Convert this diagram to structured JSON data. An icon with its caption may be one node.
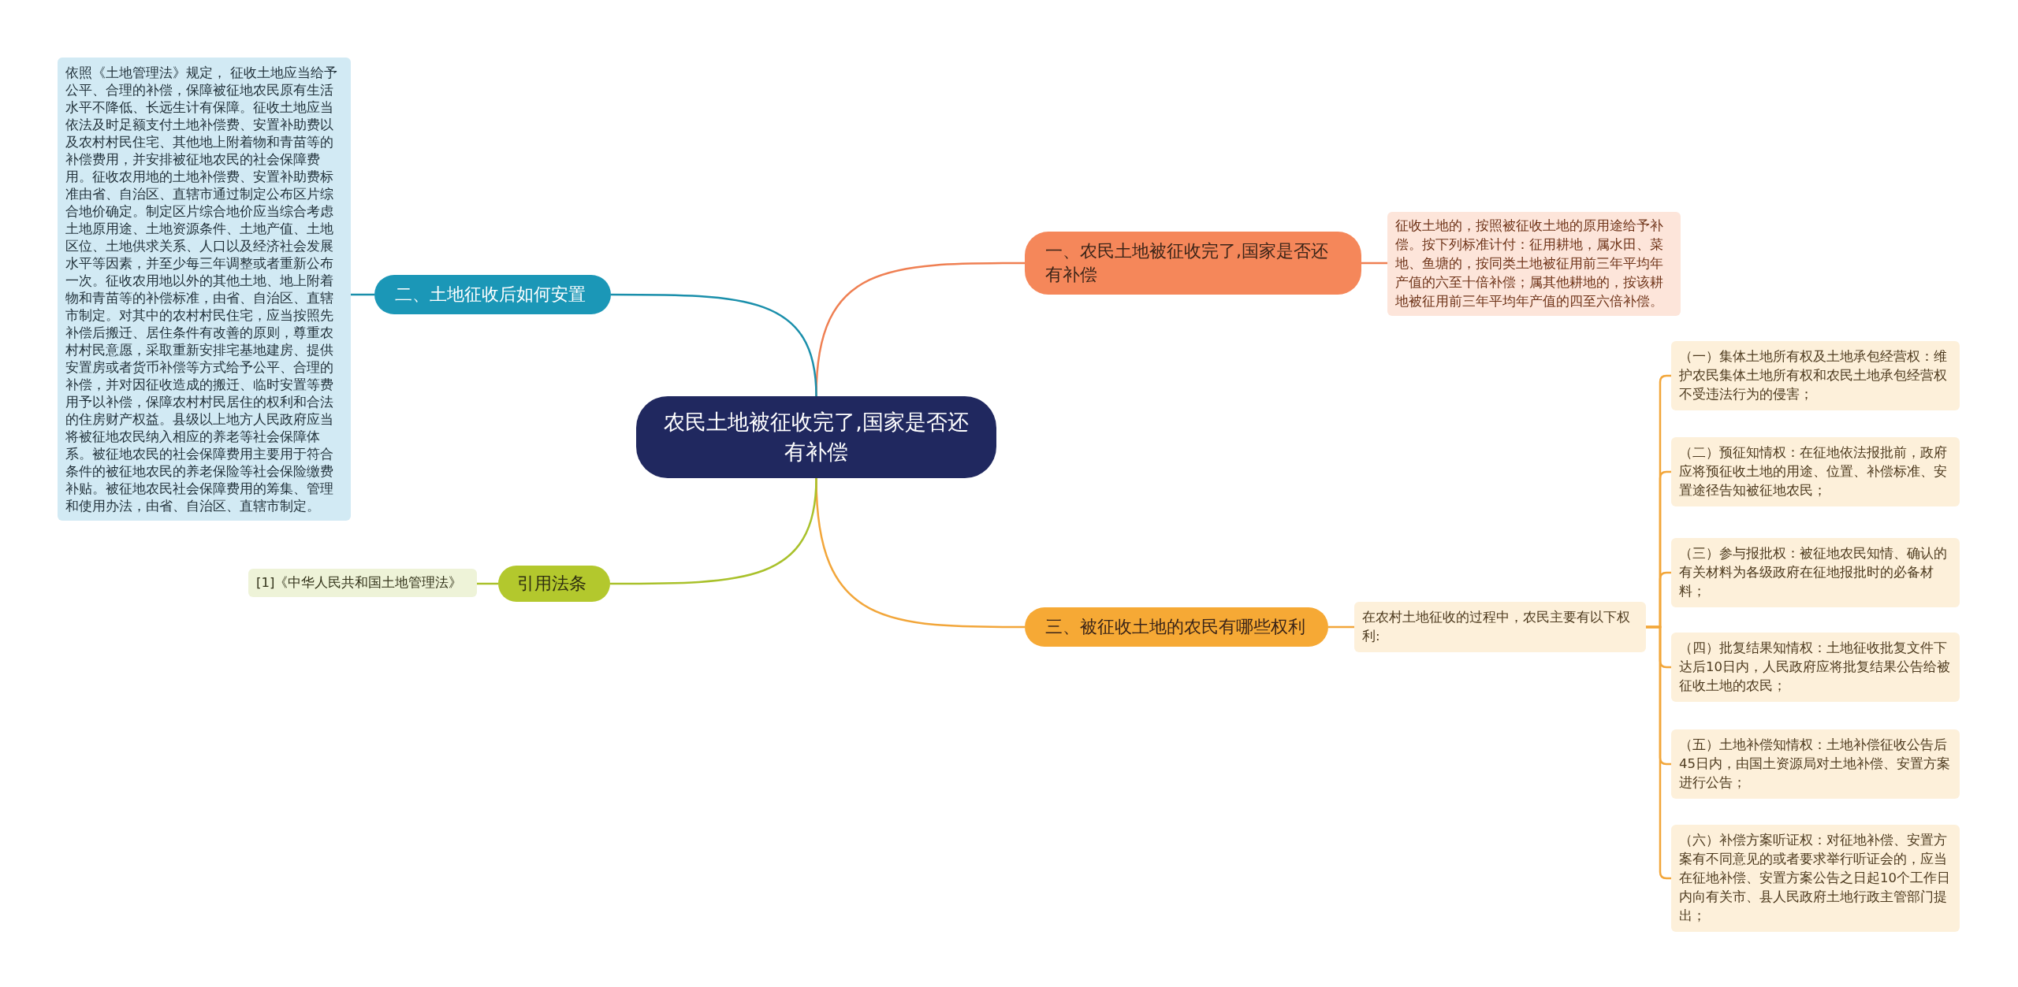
{
  "diagram": {
    "nodes": [
      {
        "text": [
          "农民土地被征收完了,国家是否还有补偿"
        ]
      },
      {
        "text": [
          "一、农民土地被征收完了,国家是否还有补偿"
        ]
      },
      {
        "text": [
          "征收土地的，按照被征收土地的原用途给予补偿。按下列标准计付：征用耕地，属水田、菜地、鱼塘的，按同类土地被征用前三年平均年产值的六至十倍补偿；属其他耕地的，按该耕地被征用前三年平均年产值的四至六倍补偿。"
        ]
      },
      {
        "text": [
          "三、被征收土地的农民有哪些权利"
        ]
      },
      {
        "text": [
          "在农村土地征收的过程中，农民主要有以下权利:"
        ]
      },
      {
        "text": [
          "（一）集体土地所有权及土地承包经营权：维护农民集体土地所有权和农民土地承包经营权不受违法行为的侵害；"
        ]
      },
      {
        "text": [
          "（二）预征知情权：在征地依法报批前，政府应将预征收土地的用途、位置、补偿标准、安置途径告知被征地农民；"
        ]
      },
      {
        "text": [
          "（三）参与报批权：被征地农民知情、确认的有关材料为各级政府在征地报批时的必备材料；"
        ]
      },
      {
        "text": [
          "（四）批复结果知情权：土地征收批复文件下达后10日内，人民政府应将批复结果公告给被征收土地的农民；"
        ]
      },
      {
        "text": [
          "（五）土地补偿知情权：土地补偿征收公告后45日内，由国土资源局对土地补偿、安置方案进行公告；"
        ]
      },
      {
        "text": [
          "（六）补偿方案听证权：对征地补偿、安置方案有不同意见的或者要求举行听证会的，应当在征地补偿、安置方案公告之日起10个工作日内向有关市、县人民政府土地行政主管部门提出；"
        ]
      },
      {
        "text": [
          "二、土地征收后如何安置"
        ]
      },
      {
        "text": [
          "依照《土地管理法》规定， 征收土地应当给予公平、合理的补偿，保障被征地农民原有生活水平不降低、长远生计有保障。征收土地应当依法及时足额支付土地补偿费、安置补助费以及农村村民住宅、其他地上附着物和青苗等的补偿费用，并安排被征地农民的社会保障费用。征收农用地的土地补偿费、安置补助费标准由省、自治区、直辖市通过制定公布区片综合地价确定。制定区片综合地价应当综合考虑土地原用途、土地资源条件、土地产值、土地区位、土地供求关系、人口以及经济社会发展水平等因素，并至少每三年调整或者重新公布一次。征收农用地以外的其他土地、地上附着物和青苗等的补偿标准，由省、自治区、直辖市制定。对其中的农村村民住宅，应当按照先补偿后搬迁、居住条件有改善的原则，尊重农村村民意愿，采取重新安排宅基地建房、提供安置房或者货币补偿等方式给予公平、合理的补偿，并对因征收造成的搬迁、临时安置等费用予以补偿，保障农村村民居住的权利和合法的住房财产权益。县级以上地方人民政府应当将被征地农民纳入相应的养老等社会保障体系。被征地农民的社会保障费用主要用于符合条件的被征地农民的养老保险等社会保险缴费补贴。被征地农民社会保障费用的筹集、管理和使用办法，由省、自治区、直辖市制定。"
        ]
      },
      {
        "text": [
          "引用法条"
        ]
      },
      {
        "text": [
          "[1]《中华人民共和国土地管理法》"
        ]
      }
    ],
    "edges": [
      {
        "from": 0,
        "to": 1,
        "arrow": "none",
        "color": "#ef7f52"
      },
      {
        "from": 1,
        "to": 2,
        "arrow": "none",
        "color": "#ef7f52"
      },
      {
        "from": 0,
        "to": 3,
        "arrow": "none"
      },
      {
        "from": 3,
        "to": 4,
        "arrow": "none"
      },
      {
        "from": 4,
        "to": 5,
        "arrow": "none"
      },
      {
        "from": 4,
        "to": 6,
        "arrow": "none"
      },
      {
        "from": 4,
        "to": 7,
        "arrow": "none"
      },
      {
        "from": 4,
        "to": 8,
        "arrow": "none"
      },
      {
        "from": 4,
        "to": 9,
        "arrow": "none"
      },
      {
        "from": 4,
        "to": 10,
        "arrow": "none"
      },
      {
        "from": 0,
        "to": 11,
        "arrow": "none",
        "color": "#1a8fab"
      },
      {
        "from": 11,
        "to": 12,
        "arrow": "none",
        "color": "#1a8fab"
      },
      {
        "from": 0,
        "to": 13,
        "arrow": "none",
        "color": "#a9c12b"
      },
      {
        "from": 13,
        "to": 14,
        "arrow": "none",
        "color": "#a9c12b"
      }
    ]
  }
}
